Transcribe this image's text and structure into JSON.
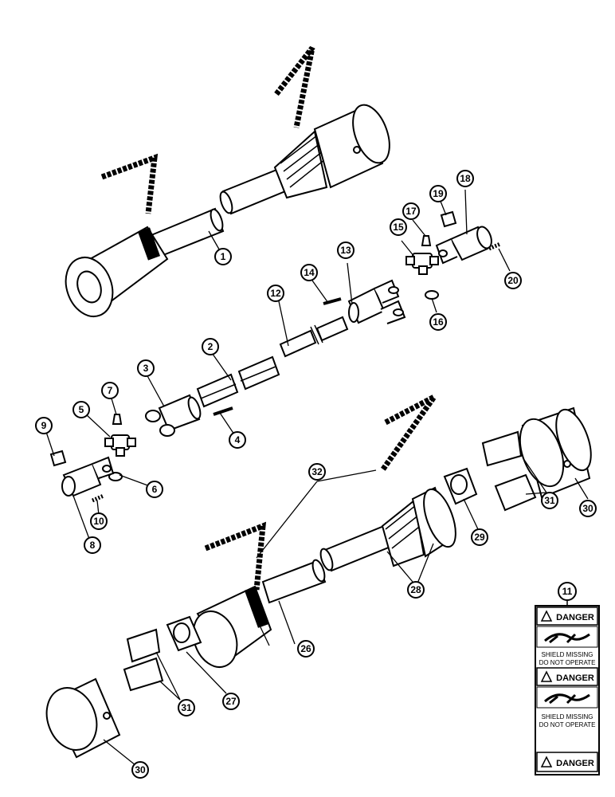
{
  "callouts": [
    "1",
    "2",
    "3",
    "4",
    "5",
    "6",
    "7",
    "8",
    "9",
    "10",
    "11",
    "12",
    "13",
    "14",
    "15",
    "16",
    "17",
    "18",
    "19",
    "20",
    "26",
    "27",
    "28",
    "29",
    "30",
    "31",
    "32"
  ],
  "decal": {
    "danger_1": "DANGER",
    "shield_1_line1": "SHIELD MISSING",
    "shield_1_line2": "DO NOT OPERATE",
    "danger_2": "DANGER",
    "shield_2_line1": "SHIELD MISSING",
    "shield_2_line2": "DO NOT OPERATE",
    "danger_3": "DANGER"
  }
}
